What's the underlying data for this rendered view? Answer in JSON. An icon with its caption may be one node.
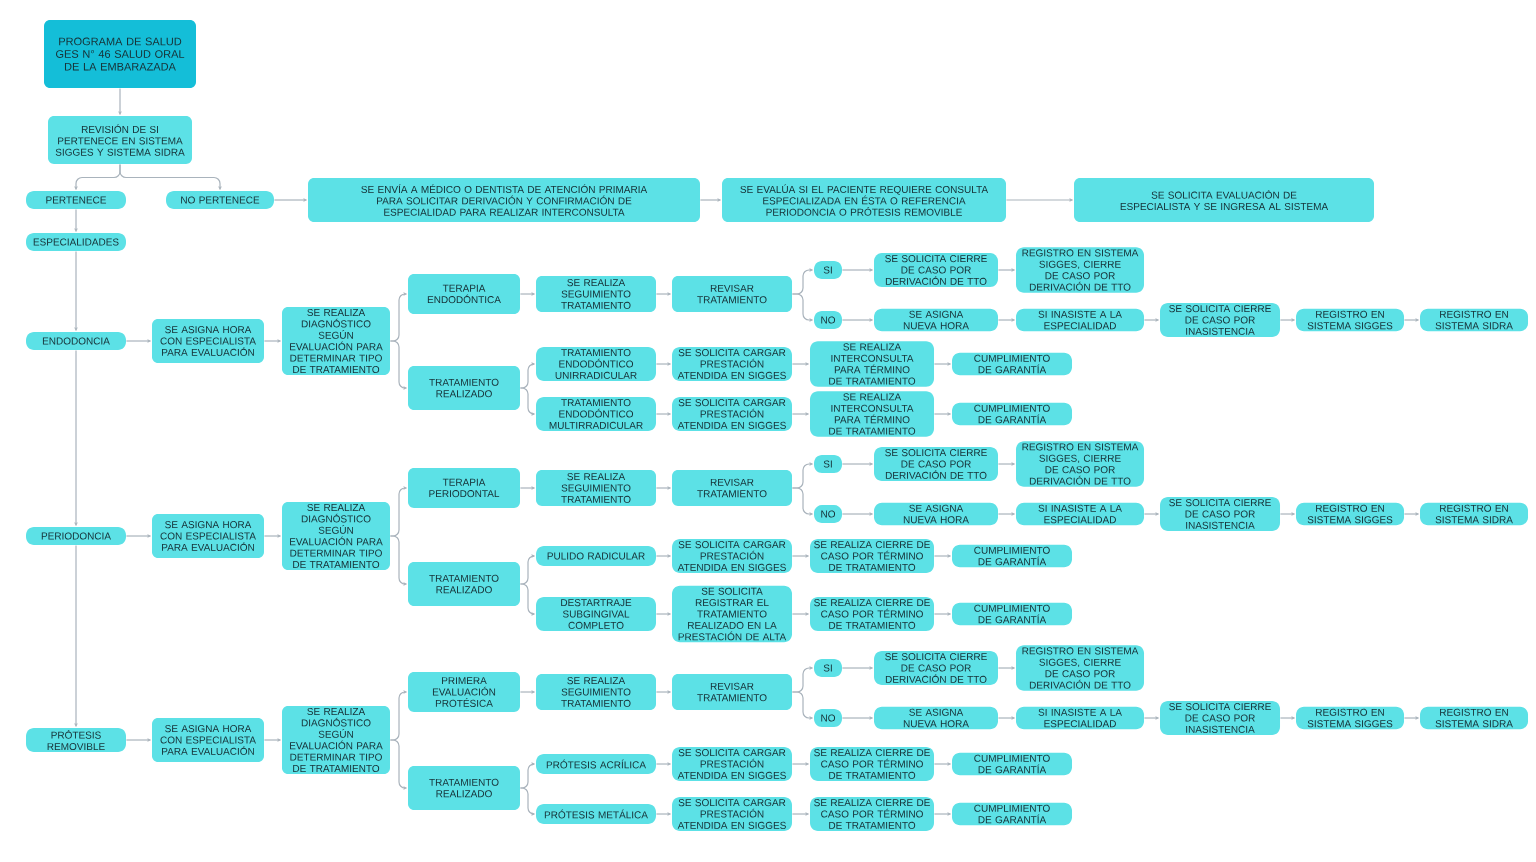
{
  "diagram": {
    "nodes": [
      {
        "text": [
          "PROGRAMA DE SALUD GES N° 46 SALUD ORAL DE LA EMBARAZADA"
        ]
      },
      {
        "text": [
          "REVISIÓN DE SI PERTENECE EN SISTEMA SIGGES Y SISTEMA SIDRA"
        ]
      },
      {
        "text": [
          "PERTENECE"
        ]
      },
      {
        "text": [
          "NO PERTENECE"
        ]
      },
      {
        "text": [
          "SE ENVÍA A MÉDICO O DENTISTA DE ATENCIÓN PRIMARIA PARA SOLICITAR DERIVACIÓN Y CONFIRMACIÓN DE ESPECIALIDAD PARA REALIZAR INTERCONSULTA"
        ]
      },
      {
        "text": [
          "SE EVALÚA SI EL PACIENTE REQUIERE CONSULTA ESPECIALIZADA EN ÉSTA O REFERENCIA PERIODONCIA O PRÓTESIS REMOVIBLE"
        ]
      },
      {
        "text": [
          "SE SOLICITA EVALUACIÓN DE ESPECIALISTA Y SE INGRESA AL SISTEMA"
        ]
      },
      {
        "text": [
          "ESPECIALIDADES"
        ]
      },
      {
        "text": [
          "ENDODONCIA"
        ]
      },
      {
        "text": [
          "SE ASIGNA HORA CON ESPECIALISTA PARA EVALUACIÓN"
        ]
      },
      {
        "text": [
          "SE REALIZA DIAGNÓSTICO SEGÚN EVALUACIÓN PARA DETERMINAR TIPO DE TRATAMIENTO"
        ]
      },
      {
        "text": [
          "TERAPIA ENDODÓNTICA"
        ]
      },
      {
        "text": [
          "TRATAMIENTO REALIZADO"
        ]
      },
      {
        "text": [
          "SE REALIZA SEGUIMIENTO TRATAMIENTO"
        ]
      },
      {
        "text": [
          "REVISAR TRATAMIENTO"
        ]
      },
      {
        "text": [
          "SI"
        ]
      },
      {
        "text": [
          "NO"
        ]
      },
      {
        "text": [
          "SE SOLICITA CIERRE DE CASO POR DERIVACIÓN DE TTO"
        ]
      },
      {
        "text": [
          "SE ASIGNA NUEVA HORA"
        ]
      },
      {
        "text": [
          "REGISTRO EN SISTEMA SIGGES, CIERRE DE CASO POR DERIVACIÓN DE TTO"
        ]
      },
      {
        "text": [
          "SI INASISTE A LA ESPECIALIDAD"
        ]
      },
      {
        "text": [
          "SE SOLICITA CIERRE DE CASO POR INASISTENCIA"
        ]
      },
      {
        "text": [
          "REGISTRO EN SISTEMA SIGGES"
        ]
      },
      {
        "text": [
          "REGISTRO EN SISTEMA SIDRA"
        ]
      },
      {
        "text": [
          "TRATAMIENTO ENDODÓNTICO UNIRRADICULAR"
        ]
      },
      {
        "text": [
          "TRATAMIENTO ENDODÓNTICO MULTIRRADICULAR"
        ]
      },
      {
        "text": [
          "SE SOLICITA CARGAR PRESTACIÓN ATENDIDA EN SIGGES"
        ]
      },
      {
        "text": [
          "SE SOLICITA CARGAR PRESTACIÓN ATENDIDA EN SIGGES"
        ]
      },
      {
        "text": [
          "SE REALIZA INTERCONSULTA PARA TÉRMINO DE TRATAMIENTO"
        ]
      },
      {
        "text": [
          "SE REALIZA INTERCONSULTA PARA TÉRMINO DE TRATAMIENTO"
        ]
      },
      {
        "text": [
          "CUMPLIMIENTO DE GARANTÍA"
        ]
      },
      {
        "text": [
          "CUMPLIMIENTO DE GARANTÍA"
        ]
      },
      {
        "text": [
          "PERIODONCIA"
        ]
      },
      {
        "text": [
          "SE ASIGNA HORA CON ESPECIALISTA PARA EVALUACIÓN"
        ]
      },
      {
        "text": [
          "SE REALIZA DIAGNÓSTICO SEGÚN EVALUACIÓN PARA DETERMINAR TIPO DE TRATAMIENTO"
        ]
      },
      {
        "text": [
          "TERAPIA PERIODONTAL"
        ]
      },
      {
        "text": [
          "TRATAMIENTO REALIZADO"
        ]
      },
      {
        "text": [
          "SE REALIZA SEGUIMIENTO TRATAMIENTO"
        ]
      },
      {
        "text": [
          "REVISAR TRATAMIENTO"
        ]
      },
      {
        "text": [
          "SI"
        ]
      },
      {
        "text": [
          "NO"
        ]
      },
      {
        "text": [
          "SE SOLICITA CIERRE DE CASO POR DERIVACIÓN DE TTO"
        ]
      },
      {
        "text": [
          "SE ASIGNA NUEVA HORA"
        ]
      },
      {
        "text": [
          "REGISTRO EN SISTEMA SIGGES, CIERRE DE CASO POR DERIVACIÓN DE TTO"
        ]
      },
      {
        "text": [
          "SI INASISTE A LA ESPECIALIDAD"
        ]
      },
      {
        "text": [
          "SE SOLICITA CIERRE DE CASO POR INASISTENCIA"
        ]
      },
      {
        "text": [
          "REGISTRO EN SISTEMA SIGGES"
        ]
      },
      {
        "text": [
          "REGISTRO EN SISTEMA SIDRA"
        ]
      },
      {
        "text": [
          "PULIDO RADICULAR"
        ]
      },
      {
        "text": [
          "DESTARTRAJE SUBGINGIVAL COMPLETO"
        ]
      },
      {
        "text": [
          "SE SOLICITA CARGAR PRESTACIÓN ATENDIDA EN SIGGES"
        ]
      },
      {
        "text": [
          "SE SOLICITA REGISTRAR EL TRATAMIENTO REALIZADO EN LA PRESTACIÓN DE ALTA"
        ]
      },
      {
        "text": [
          "SE REALIZA CIERRE DE CASO POR TÉRMINO DE TRATAMIENTO"
        ]
      },
      {
        "text": [
          "SE REALIZA CIERRE DE CASO POR TÉRMINO DE TRATAMIENTO"
        ]
      },
      {
        "text": [
          "CUMPLIMIENTO DE GARANTÍA"
        ]
      },
      {
        "text": [
          "CUMPLIMIENTO DE GARANTÍA"
        ]
      },
      {
        "text": [
          "PRÓTESIS REMOVIBLE"
        ]
      },
      {
        "text": [
          "SE ASIGNA HORA CON ESPECIALISTA PARA EVALUACIÓN"
        ]
      },
      {
        "text": [
          "SE REALIZA DIAGNÓSTICO SEGÚN EVALUACIÓN PARA DETERMINAR TIPO DE TRATAMIENTO"
        ]
      },
      {
        "text": [
          "PRIMERA EVALUACIÓN PROTÉSICA"
        ]
      },
      {
        "text": [
          "TRATAMIENTO REALIZADO"
        ]
      },
      {
        "text": [
          "SE REALIZA SEGUIMIENTO TRATAMIENTO"
        ]
      },
      {
        "text": [
          "REVISAR TRATAMIENTO"
        ]
      },
      {
        "text": [
          "SI"
        ]
      },
      {
        "text": [
          "NO"
        ]
      },
      {
        "text": [
          "SE SOLICITA CIERRE DE CASO POR DERIVACIÓN DE TTO"
        ]
      },
      {
        "text": [
          "SE ASIGNA NUEVA HORA"
        ]
      },
      {
        "text": [
          "REGISTRO EN SISTEMA SIGGES, CIERRE DE CASO POR DERIVACIÓN DE TTO"
        ]
      },
      {
        "text": [
          "SI INASISTE A LA ESPECIALIDAD"
        ]
      },
      {
        "text": [
          "SE SOLICITA CIERRE DE CASO POR INASISTENCIA"
        ]
      },
      {
        "text": [
          "REGISTRO EN SISTEMA SIGGES"
        ]
      },
      {
        "text": [
          "REGISTRO EN SISTEMA SIDRA"
        ]
      },
      {
        "text": [
          "PRÓTESIS ACRÍLICA"
        ]
      },
      {
        "text": [
          "PRÓTESIS METÁLICA"
        ]
      },
      {
        "text": [
          "SE SOLICITA CARGAR PRESTACIÓN ATENDIDA EN SIGGES"
        ]
      },
      {
        "text": [
          "SE SOLICITA CARGAR PRESTACIÓN ATENDIDA EN SIGGES"
        ]
      },
      {
        "text": [
          "SE REALIZA CIERRE DE CASO POR TÉRMINO DE TRATAMIENTO"
        ]
      },
      {
        "text": [
          "SE REALIZA CIERRE DE CASO POR TÉRMINO DE TRATAMIENTO"
        ]
      },
      {
        "text": [
          "CUMPLIMIENTO DE GARANTÍA"
        ]
      },
      {
        "text": [
          "CUMPLIMIENTO DE GARANTÍA"
        ]
      }
    ],
    "edges": [
      {
        "from": 0,
        "to": 1,
        "arrow": "to"
      },
      {
        "from": 1,
        "to": 2,
        "arrow": "to"
      },
      {
        "from": 1,
        "to": 3,
        "arrow": "to"
      },
      {
        "from": 3,
        "to": 4,
        "arrow": "to"
      },
      {
        "from": 4,
        "to": 5,
        "arrow": "to"
      },
      {
        "from": 5,
        "to": 6,
        "arrow": "to"
      },
      {
        "from": 2,
        "to": 7,
        "arrow": "to"
      },
      {
        "from": 7,
        "to": 8,
        "arrow": "to"
      },
      {
        "from": 8,
        "to": 32,
        "arrow": "to"
      },
      {
        "from": 32,
        "to": 56,
        "arrow": "to"
      },
      {
        "from": 8,
        "to": 9,
        "arrow": "to"
      },
      {
        "from": 9,
        "to": 10,
        "arrow": "to"
      },
      {
        "from": 10,
        "to": 11,
        "arrow": "to"
      },
      {
        "from": 10,
        "to": 12,
        "arrow": "to"
      },
      {
        "from": 11,
        "to": 13,
        "arrow": "to"
      },
      {
        "from": 13,
        "to": 14,
        "arrow": "to"
      },
      {
        "from": 14,
        "to": 15,
        "arrow": "to"
      },
      {
        "from": 14,
        "to": 16,
        "arrow": "to"
      },
      {
        "from": 15,
        "to": 17,
        "arrow": "to"
      },
      {
        "from": 16,
        "to": 18,
        "arrow": "to"
      },
      {
        "from": 17,
        "to": 19,
        "arrow": "to"
      },
      {
        "from": 18,
        "to": 20,
        "arrow": "to"
      },
      {
        "from": 20,
        "to": 21,
        "arrow": "to"
      },
      {
        "from": 21,
        "to": 22,
        "arrow": "to"
      },
      {
        "from": 22,
        "to": 23,
        "arrow": "to"
      },
      {
        "from": 12,
        "to": 24,
        "arrow": "to"
      },
      {
        "from": 12,
        "to": 25,
        "arrow": "to"
      },
      {
        "from": 24,
        "to": 26,
        "arrow": "to"
      },
      {
        "from": 25,
        "to": 27,
        "arrow": "to"
      },
      {
        "from": 26,
        "to": 28,
        "arrow": "to"
      },
      {
        "from": 27,
        "to": 29,
        "arrow": "to"
      },
      {
        "from": 28,
        "to": 30,
        "arrow": "to"
      },
      {
        "from": 29,
        "to": 31,
        "arrow": "to"
      },
      {
        "from": 32,
        "to": 33,
        "arrow": "to"
      },
      {
        "from": 33,
        "to": 34,
        "arrow": "to"
      },
      {
        "from": 34,
        "to": 35,
        "arrow": "to"
      },
      {
        "from": 34,
        "to": 36,
        "arrow": "to"
      },
      {
        "from": 35,
        "to": 37,
        "arrow": "to"
      },
      {
        "from": 37,
        "to": 38,
        "arrow": "to"
      },
      {
        "from": 38,
        "to": 39,
        "arrow": "to"
      },
      {
        "from": 38,
        "to": 40,
        "arrow": "to"
      },
      {
        "from": 39,
        "to": 41,
        "arrow": "to"
      },
      {
        "from": 40,
        "to": 42,
        "arrow": "to"
      },
      {
        "from": 41,
        "to": 43,
        "arrow": "to"
      },
      {
        "from": 42,
        "to": 44,
        "arrow": "to"
      },
      {
        "from": 44,
        "to": 45,
        "arrow": "to"
      },
      {
        "from": 45,
        "to": 46,
        "arrow": "to"
      },
      {
        "from": 46,
        "to": 47,
        "arrow": "to"
      },
      {
        "from": 36,
        "to": 48,
        "arrow": "to"
      },
      {
        "from": 36,
        "to": 49,
        "arrow": "to"
      },
      {
        "from": 48,
        "to": 50,
        "arrow": "to"
      },
      {
        "from": 49,
        "to": 51,
        "arrow": "to"
      },
      {
        "from": 50,
        "to": 52,
        "arrow": "to"
      },
      {
        "from": 51,
        "to": 53,
        "arrow": "to"
      },
      {
        "from": 52,
        "to": 54,
        "arrow": "to"
      },
      {
        "from": 53,
        "to": 55,
        "arrow": "to"
      },
      {
        "from": 56,
        "to": 57,
        "arrow": "to"
      },
      {
        "from": 57,
        "to": 58,
        "arrow": "to"
      },
      {
        "from": 58,
        "to": 59,
        "arrow": "to"
      },
      {
        "from": 58,
        "to": 60,
        "arrow": "to"
      },
      {
        "from": 59,
        "to": 61,
        "arrow": "to"
      },
      {
        "from": 61,
        "to": 62,
        "arrow": "to"
      },
      {
        "from": 62,
        "to": 63,
        "arrow": "to"
      },
      {
        "from": 62,
        "to": 64,
        "arrow": "to"
      },
      {
        "from": 63,
        "to": 65,
        "arrow": "to"
      },
      {
        "from": 64,
        "to": 66,
        "arrow": "to"
      },
      {
        "from": 65,
        "to": 67,
        "arrow": "to"
      },
      {
        "from": 66,
        "to": 68,
        "arrow": "to"
      },
      {
        "from": 68,
        "to": 69,
        "arrow": "to"
      },
      {
        "from": 69,
        "to": 70,
        "arrow": "to"
      },
      {
        "from": 70,
        "to": 71,
        "arrow": "to"
      },
      {
        "from": 60,
        "to": 72,
        "arrow": "to"
      },
      {
        "from": 60,
        "to": 73,
        "arrow": "to"
      },
      {
        "from": 72,
        "to": 74,
        "arrow": "to"
      },
      {
        "from": 73,
        "to": 75,
        "arrow": "to"
      },
      {
        "from": 74,
        "to": 76,
        "arrow": "to"
      },
      {
        "from": 75,
        "to": 77,
        "arrow": "to"
      },
      {
        "from": 76,
        "to": 78,
        "arrow": "to"
      },
      {
        "from": 77,
        "to": 79,
        "arrow": "to"
      }
    ]
  }
}
